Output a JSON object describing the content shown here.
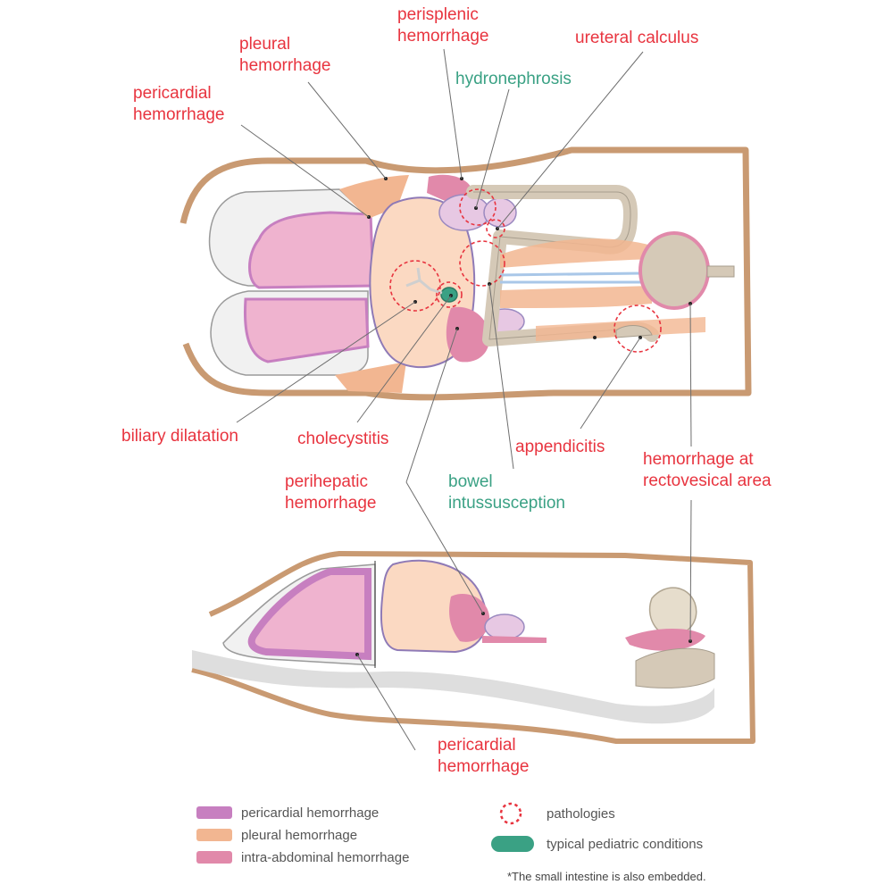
{
  "labels": {
    "perisplenic_1": "perisplenic",
    "perisplenic_2": "hemorrhage",
    "ureteral": "ureteral calculus",
    "pleural_1": "pleural",
    "pleural_2": "hemorrhage",
    "hydronephrosis": "hydronephrosis",
    "pericardial_top_1": "pericardial",
    "pericardial_top_2": "hemorrhage",
    "biliary": "biliary dilatation",
    "cholecystitis": "cholecystitis",
    "appendicitis": "appendicitis",
    "hemorrhage_rv_1": "hemorrhage at",
    "hemorrhage_rv_2": "rectovesical area",
    "perihepatic_1": "perihepatic",
    "perihepatic_2": "hemorrhage",
    "intuss_1": "bowel",
    "intuss_2": "intussusception",
    "pericardial_bottom_1": "pericardial",
    "pericardial_bottom_2": "hemorrhage"
  },
  "legend": {
    "pericardial": "pericardial hemorrhage",
    "pleural": "pleural hemorrhage",
    "intra_abdominal": "intra-abdominal hemorrhage",
    "pathologies": "pathologies",
    "pediatric": "typical pediatric conditions"
  },
  "footnote": "*The small intestine is also embedded.",
  "colors": {
    "pericardial": "#c77fc0",
    "pleural": "#f2b691",
    "intra_abdominal": "#e189aa",
    "pathology_ring": "#e8343f",
    "pediatric": "#3aa184",
    "body_outline": "#c99a72",
    "label_red": "#e8343f",
    "label_teal": "#3aa184"
  }
}
